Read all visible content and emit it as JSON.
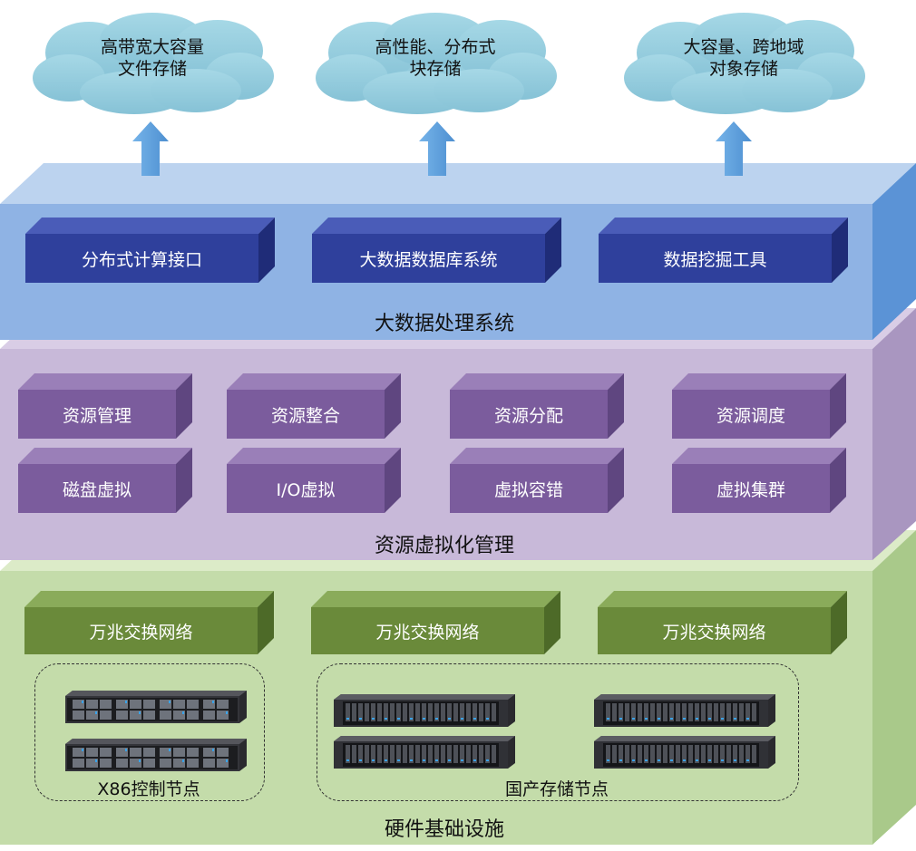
{
  "clouds": [
    {
      "line1": "高带宽大容量",
      "line2": "文件存储"
    },
    {
      "line1": "高性能、分布式",
      "line2": "块存储"
    },
    {
      "line1": "大容量、跨地域",
      "line2": "对象存储"
    }
  ],
  "bigdata": {
    "title": "大数据处理系统",
    "modules": [
      "分布式计算接口",
      "大数据数据库系统",
      "数据挖掘工具"
    ]
  },
  "virtual": {
    "title": "资源虚拟化管理",
    "row1": [
      "资源管理",
      "资源整合",
      "资源分配",
      "资源调度"
    ],
    "row2": [
      "磁盘虚拟",
      "I/O虚拟",
      "虚拟容错",
      "虚拟集群"
    ]
  },
  "hardware": {
    "title": "硬件基础设施",
    "networks": [
      "万兆交换网络",
      "万兆交换网络",
      "万兆交换网络"
    ],
    "control_nodes_label": "X86控制节点",
    "storage_nodes_label": "国产存储节点"
  },
  "colors": {
    "bigdata_layer": "#8db2e4",
    "virtual_layer": "#c9b8d8",
    "hardware_layer": "#c3dba5",
    "bigdata_module": "#2e3f98",
    "virtual_module": "#7b5c9d",
    "hardware_module": "#6b8b3b",
    "cloud": "#8fcbdc",
    "arrow": "#5c9edb"
  }
}
